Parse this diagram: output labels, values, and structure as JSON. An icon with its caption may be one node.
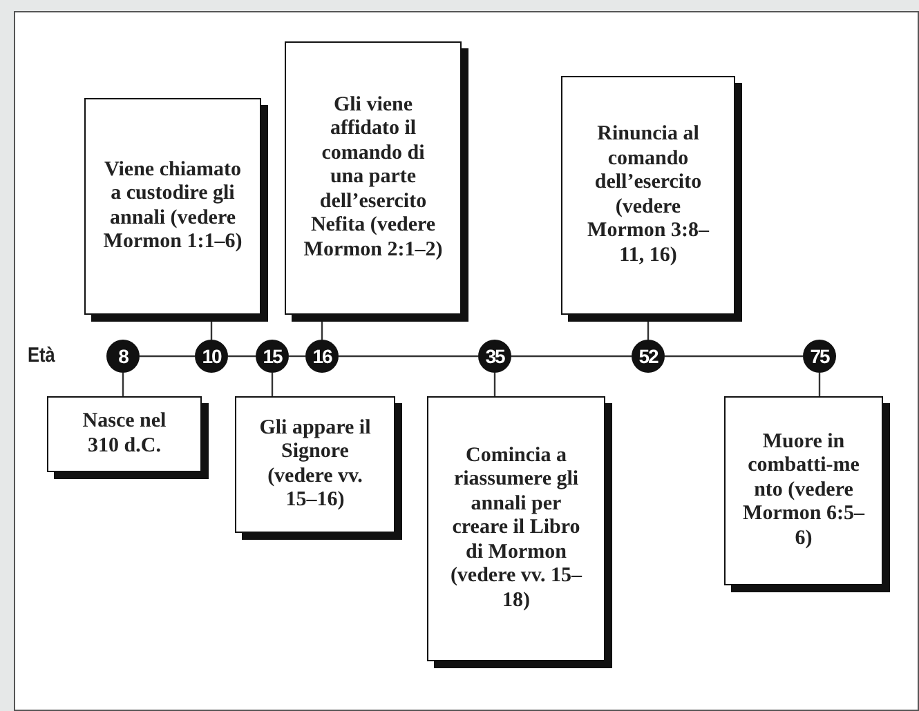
{
  "diagram": {
    "nodes": [
      {
        "text": [
          "8"
        ]
      },
      {
        "text": [
          "10"
        ]
      },
      {
        "text": [
          "15"
        ]
      },
      {
        "text": [
          "16"
        ]
      },
      {
        "text": [
          "35"
        ]
      },
      {
        "text": [
          "52"
        ]
      },
      {
        "text": [
          "75"
        ]
      },
      {
        "text": [
          "Viene chiamato a custodire gli annali (vedere Mormon 1:1–6)"
        ]
      },
      {
        "text": [
          "Gli viene affidato il comando di una parte dell’esercito Nefita (vedere Mormon 2:1–2)"
        ]
      },
      {
        "text": [
          "Rinuncia al comando dell’esercito (vedere Mormon 3:8–11, 16)"
        ]
      },
      {
        "text": [
          "Nasce nel 310 d.C."
        ]
      },
      {
        "text": [
          "Gli appare il Signore (vedere vv. 15–16)"
        ]
      },
      {
        "text": [
          "Comincia a riassumere gli annali per creare il Libro di Mormon (vedere vv. 15–18)"
        ]
      },
      {
        "text": [
          "Muore in combatti-me nto (vedere Mormon 6:5–6)"
        ]
      }
    ],
    "edges": [
      {
        "from": 0,
        "to": 1,
        "arrow": "none"
      },
      {
        "from": 1,
        "to": 2,
        "arrow": "none"
      },
      {
        "from": 2,
        "to": 3,
        "arrow": "none"
      },
      {
        "from": 3,
        "to": 4,
        "arrow": "none"
      },
      {
        "from": 4,
        "to": 5,
        "arrow": "none"
      },
      {
        "from": 5,
        "to": 6,
        "arrow": "none"
      },
      {
        "from": 1,
        "to": 7,
        "arrow": "none"
      },
      {
        "from": 3,
        "to": 8,
        "arrow": "none"
      },
      {
        "from": 5,
        "to": 9,
        "arrow": "none"
      },
      {
        "from": 0,
        "to": 10,
        "arrow": "none"
      },
      {
        "from": 2,
        "to": 11,
        "arrow": "none"
      },
      {
        "from": 4,
        "to": 12,
        "arrow": "none"
      },
      {
        "from": 6,
        "to": 13,
        "arrow": "none"
      }
    ],
    "labels": [
      "Età"
    ]
  }
}
